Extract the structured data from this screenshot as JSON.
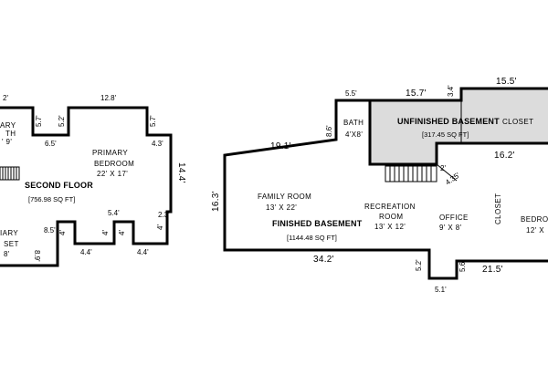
{
  "second_floor": {
    "title": "SECOND FLOOR",
    "area": "[756.98 SQ FT]",
    "primary_bath": {
      "line1": "ARY",
      "line2": "TH",
      "size": "' 9'"
    },
    "primary_bedroom": {
      "line1": "PRIMARY",
      "line2": "BEDROOM",
      "size": "22' X 17'"
    },
    "closet_partial": {
      "line1": "IARY",
      "line2": "SET",
      "size": "8'"
    },
    "dims": {
      "top_left": "2'",
      "top_mid": "12.8'",
      "notch_a": "5.7'",
      "notch_b": "5.2'",
      "notch_c": "5.7'",
      "span_65": "6.5'",
      "span_43": "4.3'",
      "right_side": "14.4'",
      "span_54": "5.4'",
      "small_23": "2.3'",
      "small_4a": "4'",
      "small_4b": "4'",
      "small_4c": "4'",
      "small_4d": "4'",
      "span_85": "8.5'",
      "span_89": "8.9'",
      "bottom_44a": "4.4'",
      "bottom_44b": "4.4'"
    }
  },
  "basement": {
    "finished_title": "FINISHED BASEMENT",
    "finished_area": "[1144.48 SQ FT]",
    "unfinished_title": "UNFINISHED BASEMENT",
    "unfinished_area": "[317.45 SQ FT]",
    "bath": {
      "name": "BATH",
      "size": "4'X8'"
    },
    "closet": "CLOSET",
    "closet_vertical": "CLOSET",
    "family_room": {
      "name": "FAMILY ROOM",
      "size": "13' X 22'"
    },
    "recreation_room": {
      "line1": "RECREATION",
      "line2": "ROOM",
      "size": "13' X 12'"
    },
    "office": {
      "name": "OFFICE",
      "size": "9' X 8'"
    },
    "bedroom_partial": {
      "name": "BEDRO",
      "size": "12' X"
    },
    "dims": {
      "top_55": "5.5'",
      "top_157": "15.7'",
      "top_155": "15.5'",
      "small_34": "3.4'",
      "bath_side": "8.6'",
      "mid_191": "19.1'",
      "mid_162": "16.2'",
      "small_2": "2'",
      "diag_435": "4.35'",
      "left_side": "16.3'",
      "bottom_342": "34.2'",
      "bottom_215": "21.5'",
      "notch_52": "5.2'",
      "notch_51": "5.1'",
      "notch_56": "5.6'"
    }
  }
}
